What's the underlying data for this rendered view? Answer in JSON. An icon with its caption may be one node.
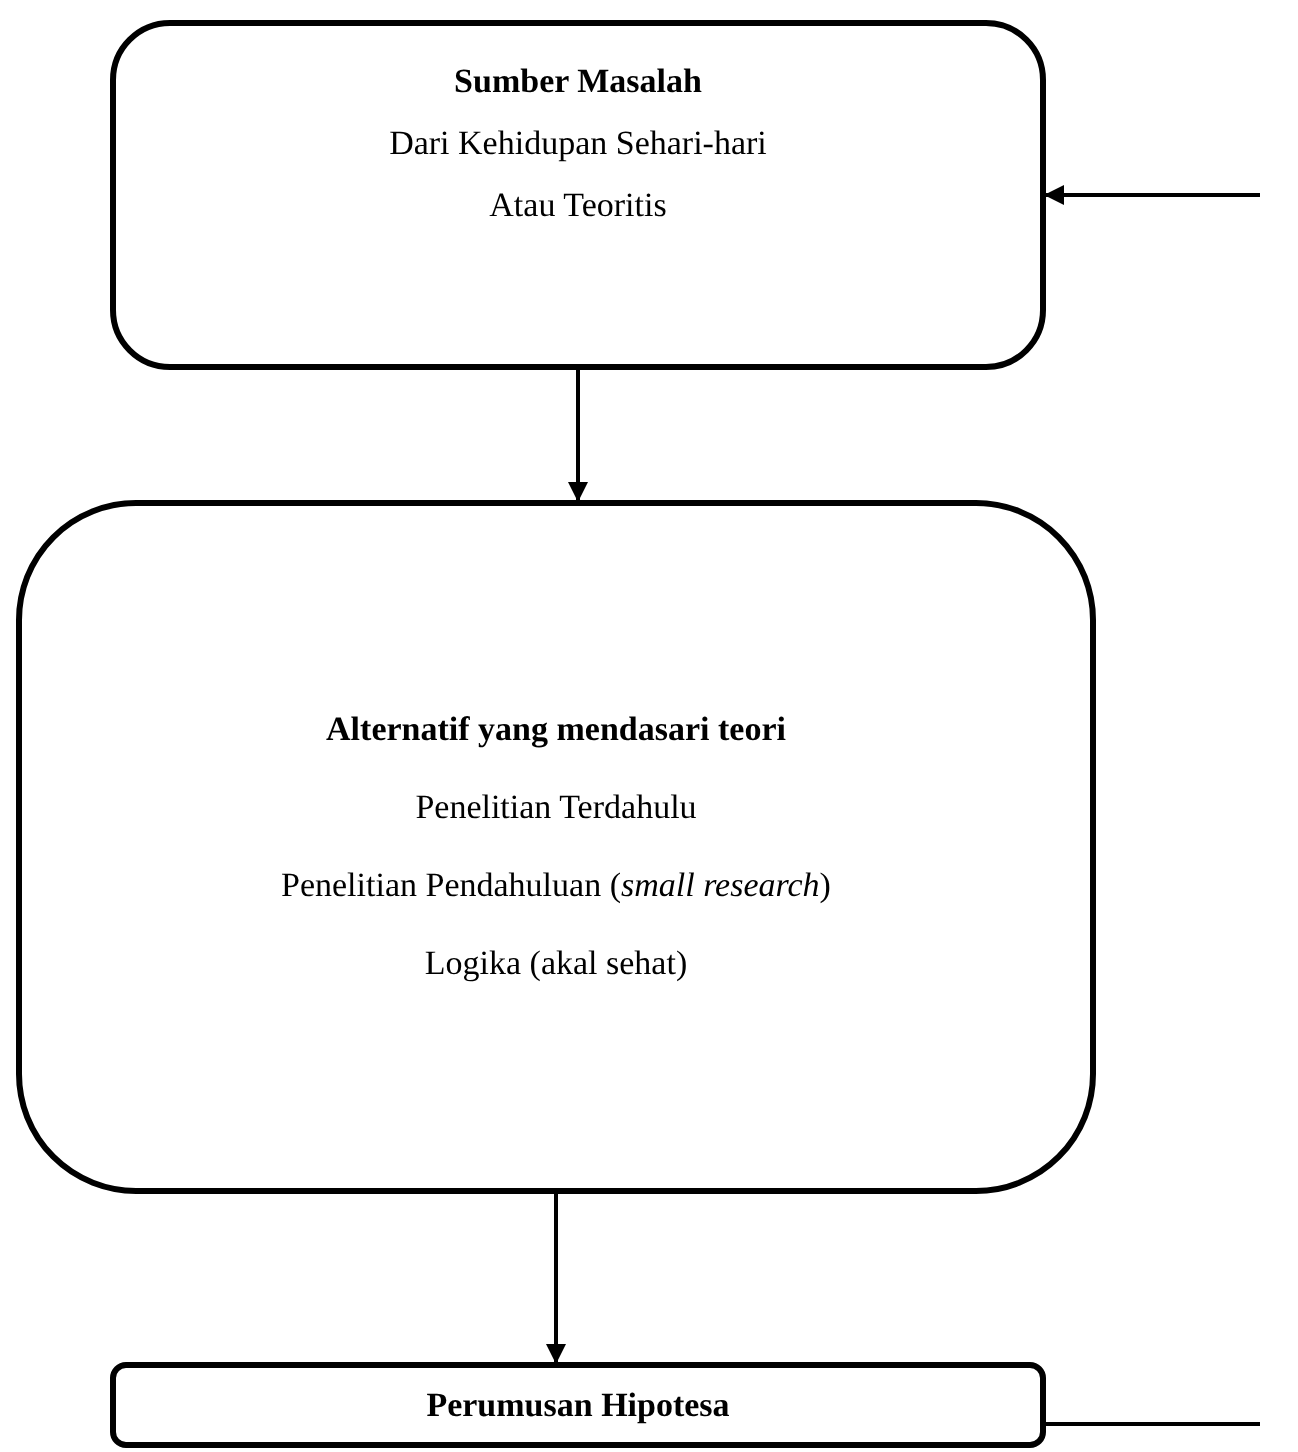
{
  "diagram": {
    "nodes": [
      {
        "text": [
          "Sumber Masalah",
          "Dari Kehidupan Sehari-hari",
          "Atau Teoritis"
        ]
      },
      {
        "text": [
          "Alternatif yang mendasari teori",
          "Penelitian Terdahulu",
          "Penelitian Pendahuluan (*small research*)",
          "Logika (akal sehat)"
        ]
      },
      {
        "text": [
          "Perumusan Hipotesa"
        ]
      }
    ],
    "edges": [
      {
        "from": 0,
        "to": 1,
        "arrow": "to"
      },
      {
        "from": 1,
        "to": 2,
        "arrow": "to"
      },
      {
        "from": null,
        "to": 0,
        "arrow": "to"
      },
      {
        "from": 2,
        "to": null,
        "arrow": "none"
      }
    ]
  }
}
